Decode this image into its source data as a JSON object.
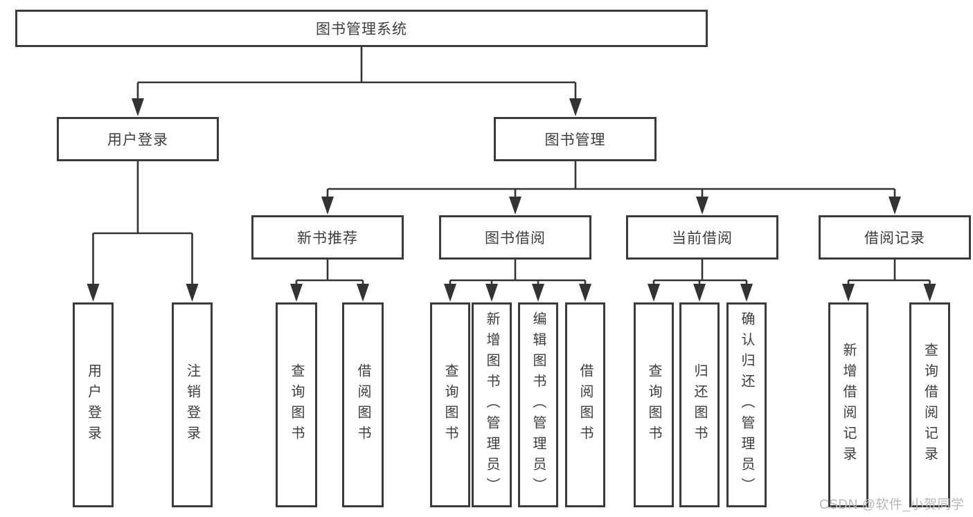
{
  "watermark": "CSDN @软件_小贺同学",
  "colors": {
    "line": "#333333",
    "border": "#3a3a3a",
    "text": "#3d3d3d",
    "watermark": "#b8b8b8",
    "background": "#ffffff"
  },
  "nodes": {
    "root": "图书管理系统",
    "branches": [
      {
        "label": "用户登录",
        "leaves": [
          "用户登录",
          "注销登录"
        ]
      },
      {
        "label": "图书管理",
        "groups": [
          {
            "label": "新书推荐",
            "leaves": [
              "查询图书",
              "借阅图书"
            ]
          },
          {
            "label": "图书借阅",
            "leaves": [
              "查询图书",
              "新增图书（管理员）",
              "编辑图书（管理员）",
              "借阅图书"
            ]
          },
          {
            "label": "当前借阅",
            "leaves": [
              "查询图书",
              "归还图书",
              "确认归还（管理员）"
            ]
          },
          {
            "label": "借阅记录",
            "leaves": [
              "新增借阅记录",
              "查询借阅记录"
            ]
          }
        ]
      }
    ]
  }
}
